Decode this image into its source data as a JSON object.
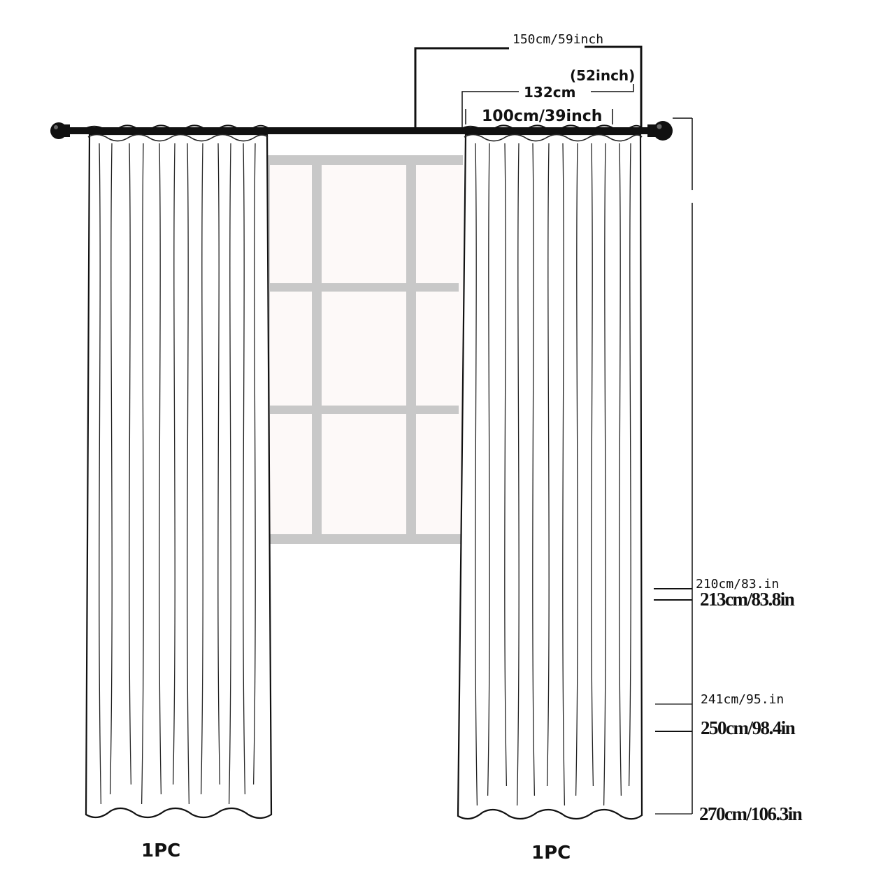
{
  "colors": {
    "ink": "#111111",
    "window_frame": "#c8c8c8",
    "window_glass": "#fdf9f8",
    "rod": "#111111"
  },
  "icons": [
    "curtain-rod-finial-icon"
  ],
  "widths": {
    "rod": "150cm/59inch",
    "extra_inch": "(52inch)",
    "extra_cm": "132cm",
    "panel": "100cm/39inch"
  },
  "lengths": {
    "l210": "210cm/83.in",
    "l213": "213cm/83.8in",
    "l241": "241cm/95.in",
    "l250": "250cm/98.4in",
    "l270": "270cm/106.3in"
  },
  "panels": {
    "left": "1PC",
    "right": "1PC"
  }
}
